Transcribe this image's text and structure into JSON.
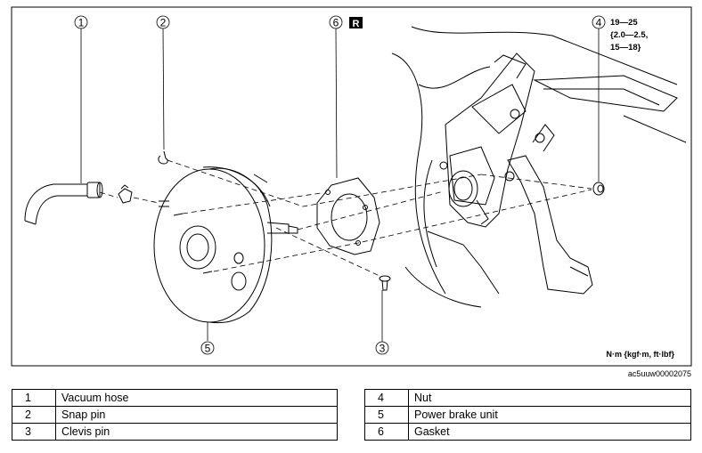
{
  "callouts": [
    {
      "num": "1"
    },
    {
      "num": "2"
    },
    {
      "num": "3"
    },
    {
      "num": "4"
    },
    {
      "num": "5"
    },
    {
      "num": "6"
    }
  ],
  "side_marker": "R",
  "torque": {
    "line1": "19—25",
    "line2": "{2.0—2.5,",
    "line3": "15—18}"
  },
  "units_note": "N·m {kgf·m, ft·lbf}",
  "figure_code": "ac5uuw00002075",
  "legend_left": [
    {
      "num": "1",
      "name": "Vacuum hose"
    },
    {
      "num": "2",
      "name": "Snap pin"
    },
    {
      "num": "3",
      "name": "Clevis pin"
    }
  ],
  "legend_right": [
    {
      "num": "4",
      "name": "Nut"
    },
    {
      "num": "5",
      "name": "Power brake unit"
    },
    {
      "num": "6",
      "name": "Gasket"
    }
  ]
}
